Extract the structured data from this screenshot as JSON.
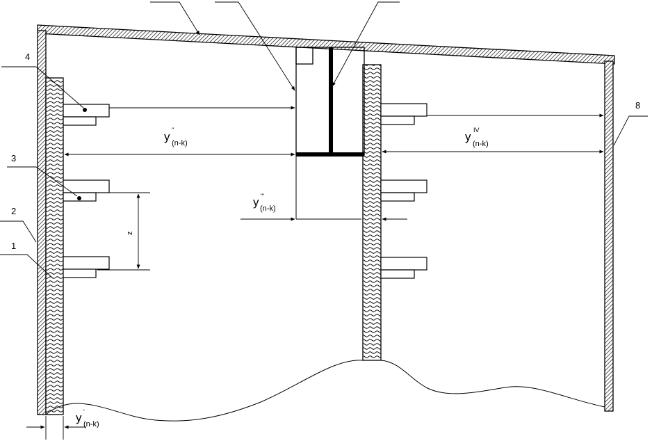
{
  "callouts": {
    "c1": "1",
    "c2": "2",
    "c3": "3",
    "c4": "4",
    "c8": "8"
  },
  "dimensions": {
    "y1_main": "y",
    "y1_prime": "'",
    "y1_sub": "(n-k)",
    "y2_main": "y",
    "y2_prime": "\"",
    "y2_sub": "(n-k)",
    "y3_main": "y",
    "y3_prime": "'\"",
    "y3_sub": "(n-k)",
    "y4_main": "y",
    "y4_prime": "IV",
    "y4_sub": "(n-k)",
    "z_label": "z"
  },
  "colors": {
    "line": "#000000",
    "hatch_fill": "#ffffff",
    "background": "#ffffff"
  }
}
